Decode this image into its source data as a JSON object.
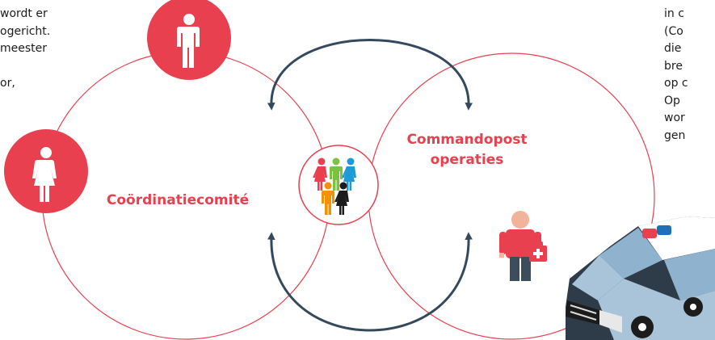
{
  "left_text": [
    "wordt er",
    "ogericht.",
    "meester",
    "",
    "or,"
  ],
  "right_text": [
    "in c",
    "(Co",
    "die",
    "bre",
    "op c",
    "Op",
    "wor",
    "gen"
  ],
  "coordination": {
    "label": "Coördinatiecomité"
  },
  "operations": {
    "label_line1": "Commandopost",
    "label_line2": "operaties"
  },
  "colors": {
    "accent": "#e8404f",
    "circle_stroke": "#e8404f",
    "arrow": "#35495c",
    "person_green": "#7cc242",
    "person_blue": "#1d9bd7",
    "person_orange": "#f39200",
    "person_black": "#1c1c1c"
  }
}
